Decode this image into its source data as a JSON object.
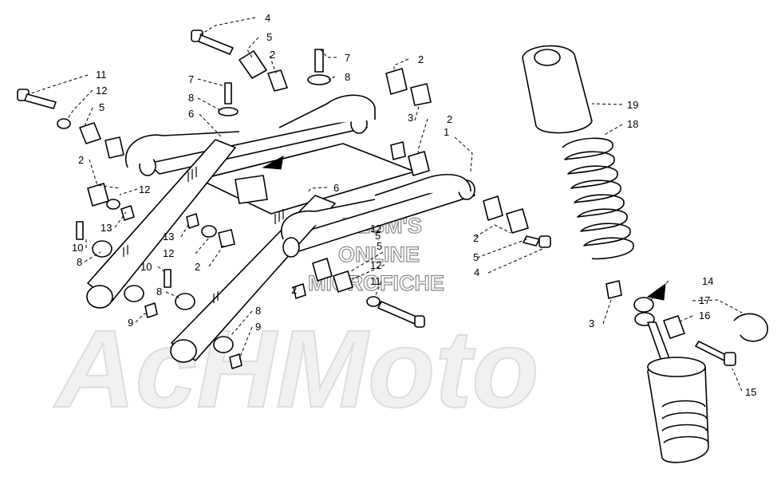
{
  "watermark": {
    "brand": "AcHMoto",
    "lines": [
      "HLSM'S",
      "ONLINE",
      "MICROFICHE"
    ]
  },
  "callouts": [
    "1",
    "2",
    "2",
    "2",
    "2",
    "2",
    "2",
    "2",
    "3",
    "3",
    "4",
    "4",
    "5",
    "5",
    "5",
    "5",
    "5",
    "6",
    "6",
    "7",
    "7",
    "8",
    "8",
    "8",
    "8",
    "8",
    "9",
    "9",
    "10",
    "10",
    "11",
    "11",
    "12",
    "12",
    "12",
    "12",
    "12",
    "13",
    "13",
    "14",
    "15",
    "16",
    "17",
    "18",
    "19"
  ]
}
